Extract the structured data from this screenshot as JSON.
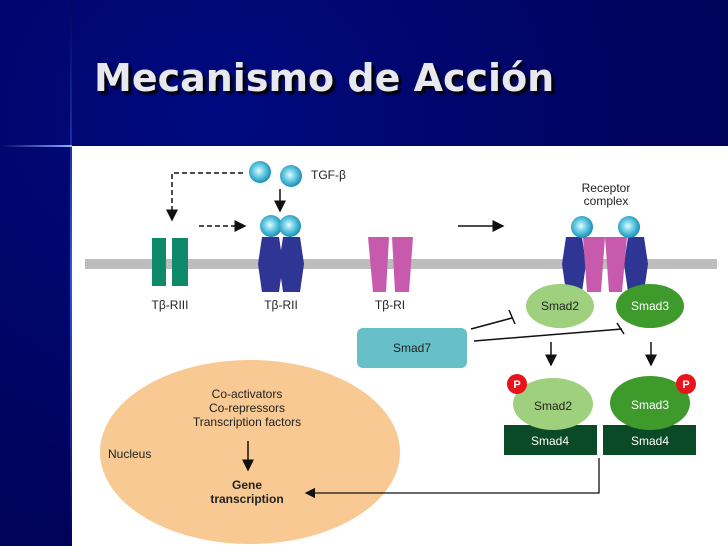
{
  "slide": {
    "title": "Mecanismo de Acción"
  },
  "diagram": {
    "ligand_label": "TGF-β",
    "receptors": {
      "r3": "Tβ-RIII",
      "r2": "Tβ-RII",
      "r1": "Tβ-RI"
    },
    "complex_label": [
      "Receptor",
      "complex"
    ],
    "smad2": "Smad2",
    "smad3": "Smad3",
    "smad7": "Smad7",
    "smad4": "Smad4",
    "phospho": "P",
    "nucleus": {
      "label": "Nucleus",
      "factors": [
        "Co-activators",
        "Co-repressors",
        "Transcription factors"
      ],
      "output": [
        "Gene",
        "transcription"
      ]
    },
    "colors": {
      "membrane": "#bdbdbd",
      "r3": "#0e8a6a",
      "r2": "#2e3592",
      "r1": "#c85aae",
      "smad2": "#9fd07e",
      "smad3": "#3f9a2c",
      "smad4": "#0b4a27",
      "smad7": "#67c0c8",
      "nucleus": "#f8c992",
      "phospho": "#e8141c"
    }
  }
}
